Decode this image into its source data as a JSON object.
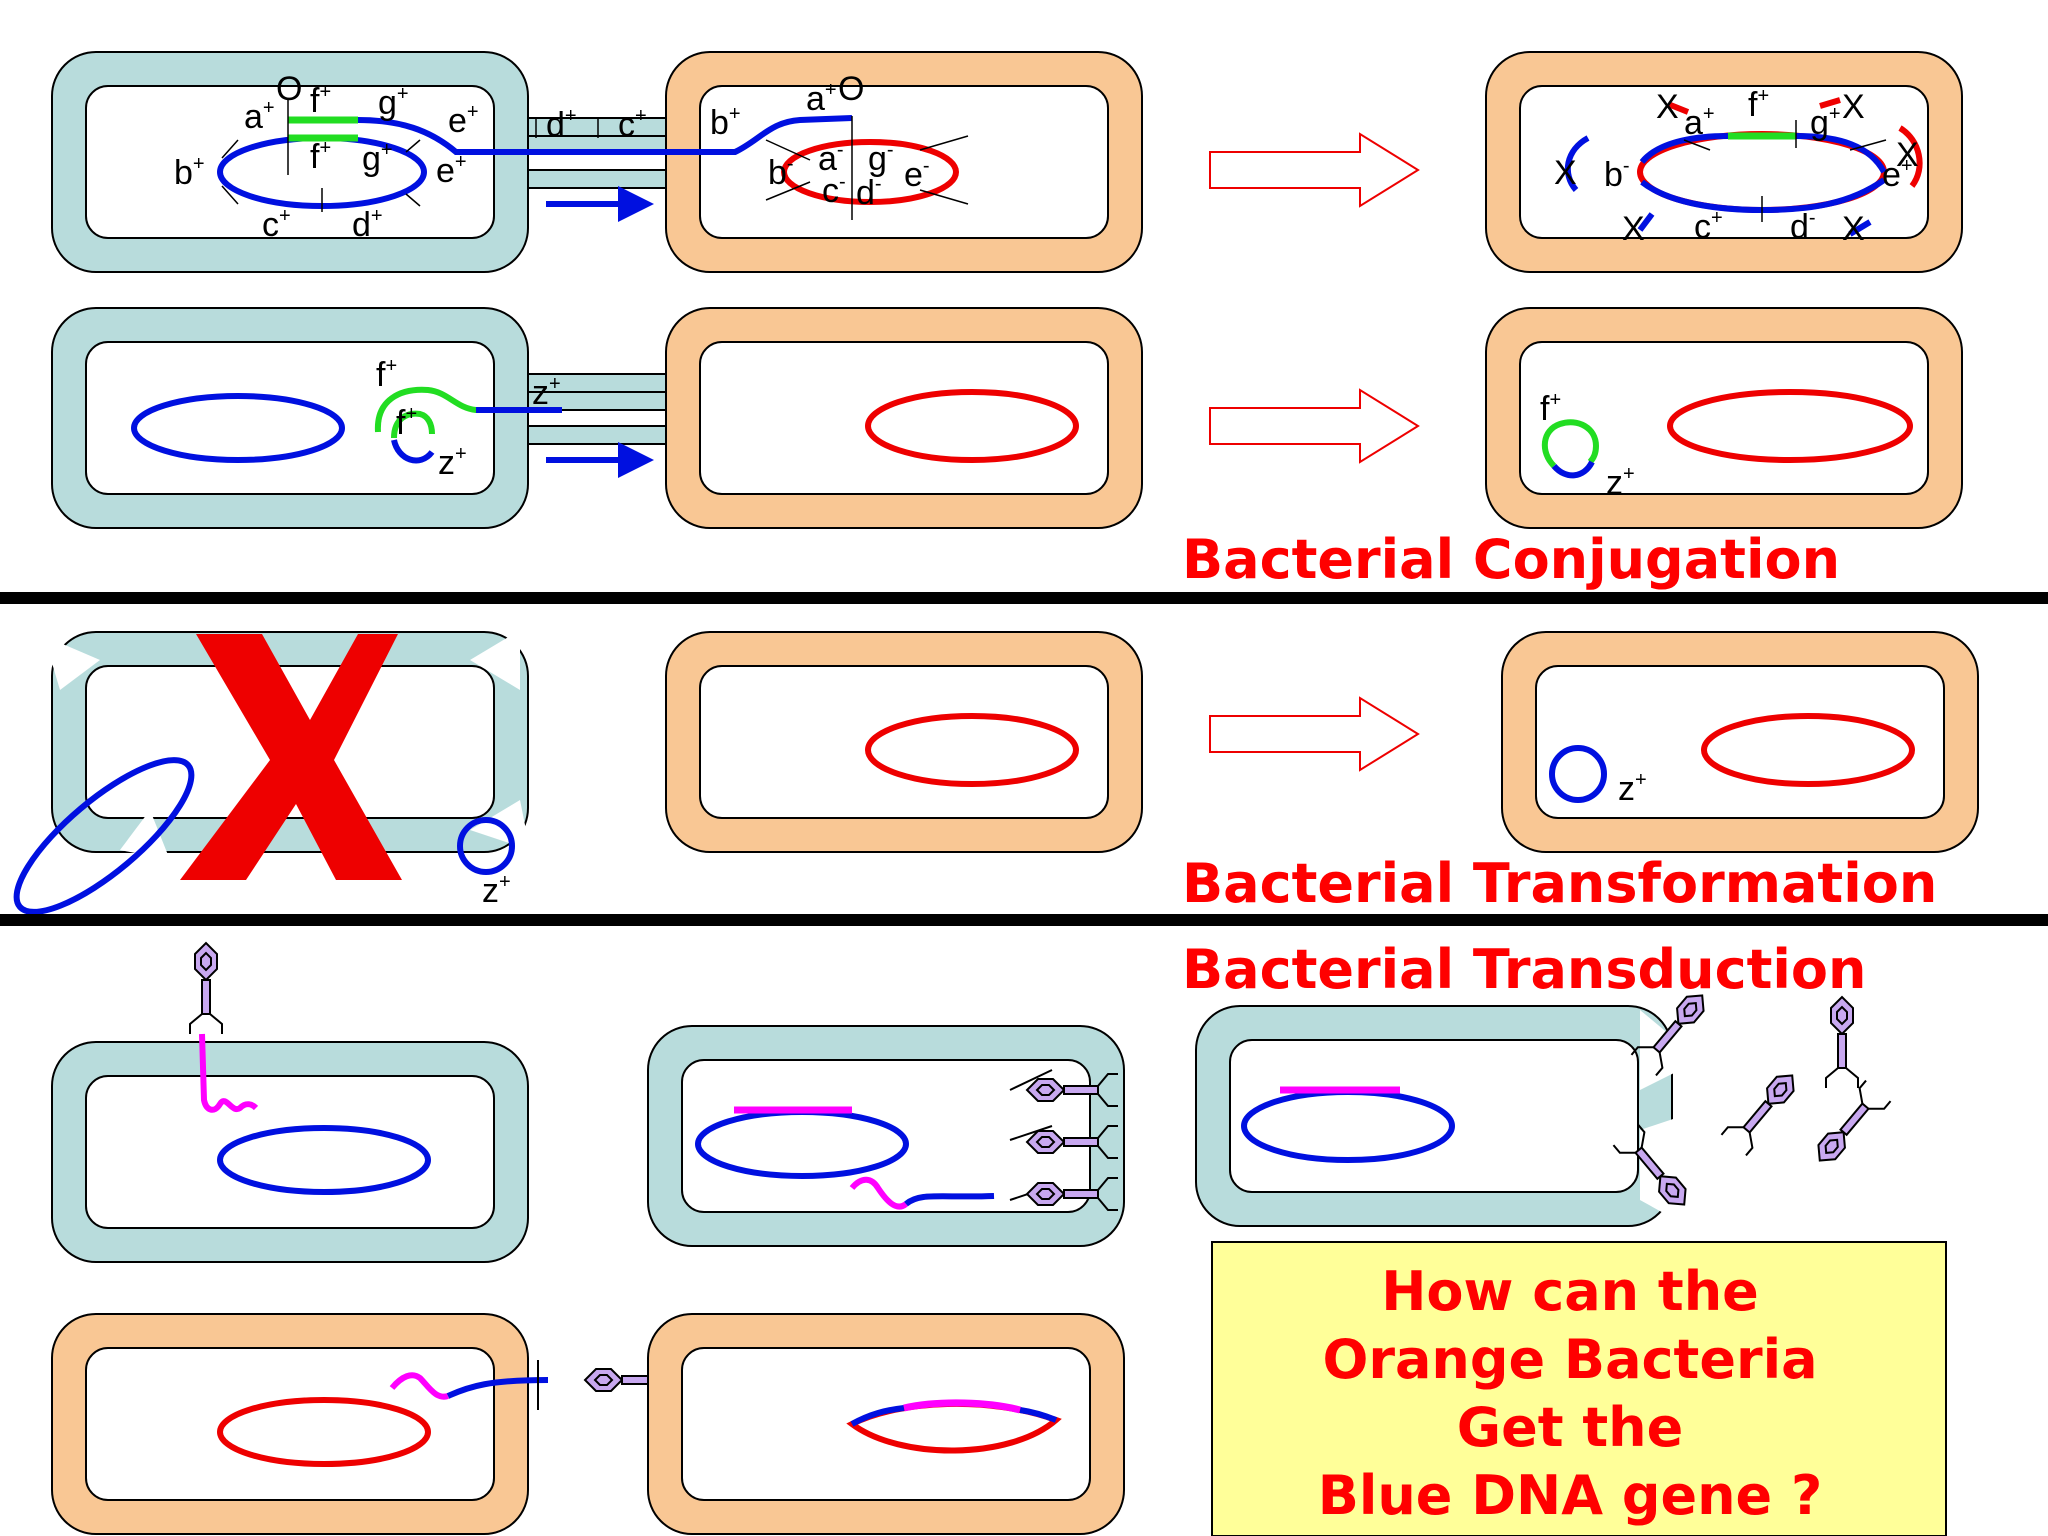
{
  "titles": {
    "conjugation": "Bacterial Conjugation",
    "transformation": "Bacterial Transformation",
    "transduction": "Bacterial Transduction"
  },
  "question": {
    "line1": "How can the",
    "line2": "Orange Bacteria",
    "line3": "Get the",
    "line4": "Blue DNA gene ?"
  },
  "labels": {
    "O": "O",
    "X": "X",
    "z": "z",
    "plus": "+",
    "minus": "-",
    "genes": [
      "a",
      "b",
      "c",
      "d",
      "e",
      "f",
      "g"
    ]
  },
  "colors": {
    "donor_cell": "#b8dcdc",
    "recipient_cell": "#f9c794",
    "blue_dna": "#0010e0",
    "red_dna": "#ee0000",
    "green_dna": "#22dd22",
    "magenta_dna": "#ff00ff",
    "phage": "#c8a8f0",
    "question_box": "#ffff99",
    "title_text": "#ff0000"
  },
  "icon_names": [
    "hollow-arrow-icon",
    "transfer-arrow-icon",
    "phage-icon",
    "big-x-icon",
    "cut-x-icon"
  ]
}
